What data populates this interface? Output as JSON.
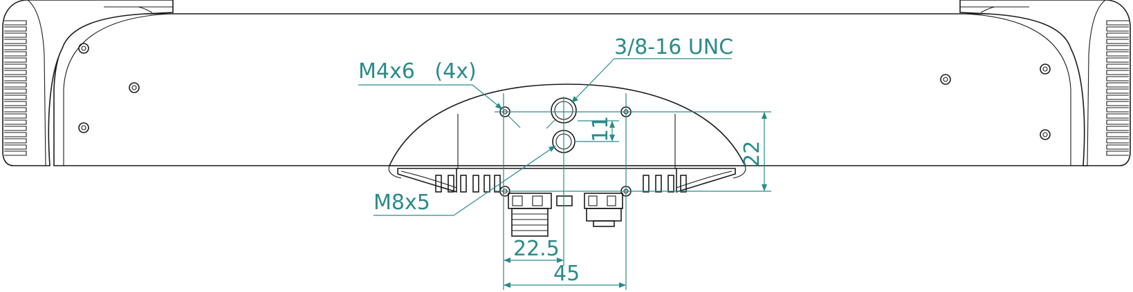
{
  "colors": {
    "outline": "#1a1a1a",
    "dimension": "#2a8a8a",
    "background": "#ffffff"
  },
  "callouts": {
    "m4_holes": "M4x6   (4x)",
    "tripod_thread": "3/8-16 UNC",
    "m8_thread": "M8x5"
  },
  "dimensions": {
    "small_vertical": "11",
    "large_vertical": "22",
    "half_horizontal": "22.5",
    "full_horizontal": "45"
  }
}
